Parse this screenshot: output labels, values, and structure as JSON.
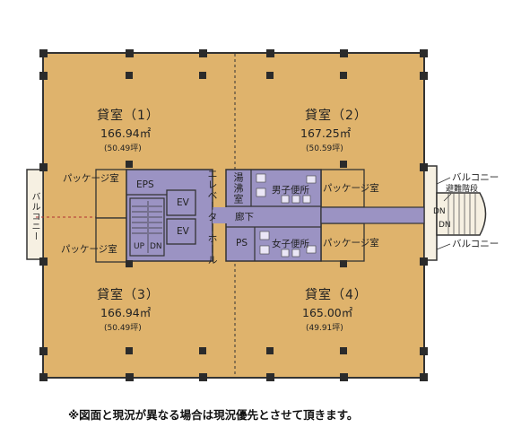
{
  "rooms": [
    {
      "name": "貸室（1）",
      "area": "166.94㎡",
      "tsubo": "(50.49坪)"
    },
    {
      "name": "貸室（2）",
      "area": "167.25㎡",
      "tsubo": "(50.59坪)"
    },
    {
      "name": "貸室（3）",
      "area": "166.94㎡",
      "tsubo": "(50.49坪)"
    },
    {
      "name": "貸室（4）",
      "area": "165.00㎡",
      "tsubo": "(49.91坪)"
    }
  ],
  "labels": {
    "package_room": "パッケージ室",
    "eps": "EPS",
    "ev": "EV",
    "stairs_up": "UP",
    "stairs_dn": "DN",
    "elevator_hall": "エレベーターホール",
    "kettle_room": "湯沸室",
    "corridor": "廊下",
    "ps": "PS",
    "mens_toilet": "男子便所",
    "womens_toilet": "女子便所",
    "balcony": "バルコニー",
    "evacuation_stairs": "避難階段",
    "dn": "DN"
  },
  "footnote": "※図面と現況が異なる場合は現況優先とさせて頂きます。",
  "colors": {
    "floor": "#dfb36c",
    "core": "#9b93c3",
    "wall": "#3a3a3a",
    "column": "#2b2b2b",
    "balcony": "#f6f0e2"
  }
}
